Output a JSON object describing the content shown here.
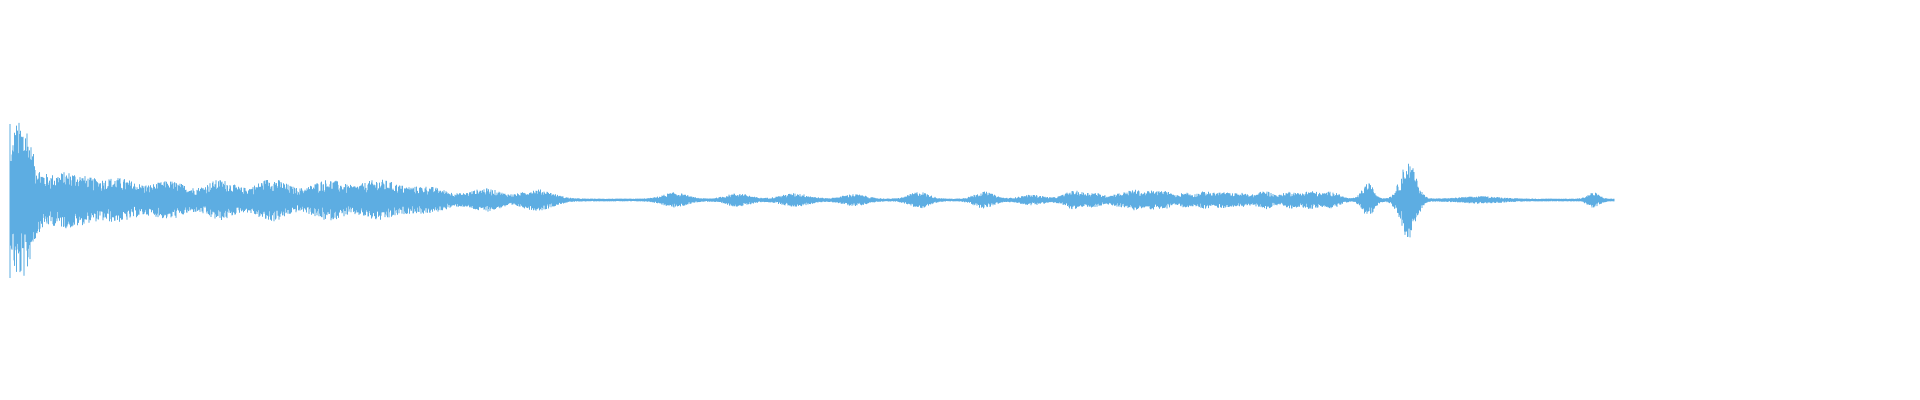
{
  "waveform": {
    "color": "#5dade2",
    "background": "#ffffff",
    "baseline_fraction_of_track": 0.405,
    "end_fraction_of_track": 0.84,
    "bursts": [
      {
        "at": 0.005,
        "amp": 0.95,
        "spread": 0.004
      },
      {
        "at": 0.01,
        "amp": 0.3,
        "spread": 0.006
      },
      {
        "at": 0.03,
        "amp": 0.34,
        "spread": 0.012
      },
      {
        "at": 0.058,
        "amp": 0.24,
        "spread": 0.01
      },
      {
        "at": 0.084,
        "amp": 0.22,
        "spread": 0.009
      },
      {
        "at": 0.11,
        "amp": 0.24,
        "spread": 0.008
      },
      {
        "at": 0.137,
        "amp": 0.26,
        "spread": 0.009
      },
      {
        "at": 0.166,
        "amp": 0.24,
        "spread": 0.009
      },
      {
        "at": 0.193,
        "amp": 0.24,
        "spread": 0.01
      },
      {
        "at": 0.219,
        "amp": 0.15,
        "spread": 0.01
      },
      {
        "at": 0.249,
        "amp": 0.13,
        "spread": 0.008
      },
      {
        "at": 0.276,
        "amp": 0.12,
        "spread": 0.008
      },
      {
        "at": 0.348,
        "amp": 0.08,
        "spread": 0.006
      },
      {
        "at": 0.381,
        "amp": 0.07,
        "spread": 0.006
      },
      {
        "at": 0.411,
        "amp": 0.07,
        "spread": 0.007
      },
      {
        "at": 0.442,
        "amp": 0.06,
        "spread": 0.006
      },
      {
        "at": 0.476,
        "amp": 0.09,
        "spread": 0.005
      },
      {
        "at": 0.51,
        "amp": 0.09,
        "spread": 0.005
      },
      {
        "at": 0.535,
        "amp": 0.05,
        "spread": 0.006
      },
      {
        "at": 0.557,
        "amp": 0.1,
        "spread": 0.005
      },
      {
        "at": 0.568,
        "amp": 0.07,
        "spread": 0.004
      },
      {
        "at": 0.58,
        "amp": 0.06,
        "spread": 0.004
      },
      {
        "at": 0.589,
        "amp": 0.11,
        "spread": 0.004
      },
      {
        "at": 0.598,
        "amp": 0.09,
        "spread": 0.003
      },
      {
        "at": 0.605,
        "amp": 0.1,
        "spread": 0.003
      },
      {
        "at": 0.615,
        "amp": 0.08,
        "spread": 0.003
      },
      {
        "at": 0.625,
        "amp": 0.09,
        "spread": 0.004
      },
      {
        "at": 0.635,
        "amp": 0.08,
        "spread": 0.004
      },
      {
        "at": 0.645,
        "amp": 0.07,
        "spread": 0.004
      },
      {
        "at": 0.657,
        "amp": 0.1,
        "spread": 0.004
      },
      {
        "at": 0.67,
        "amp": 0.09,
        "spread": 0.004
      },
      {
        "at": 0.681,
        "amp": 0.1,
        "spread": 0.004
      },
      {
        "at": 0.692,
        "amp": 0.09,
        "spread": 0.004
      },
      {
        "at": 0.711,
        "amp": 0.2,
        "spread": 0.003
      },
      {
        "at": 0.732,
        "amp": 0.48,
        "spread": 0.004
      },
      {
        "at": 0.77,
        "amp": 0.03,
        "spread": 0.01
      },
      {
        "at": 0.829,
        "amp": 0.08,
        "spread": 0.003
      }
    ]
  }
}
